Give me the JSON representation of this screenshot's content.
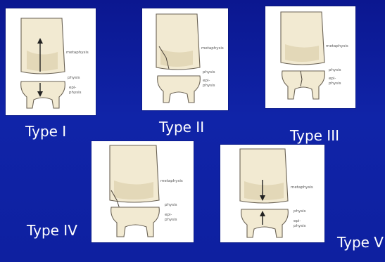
{
  "types": [
    {
      "caption": "Type I",
      "labels": {
        "top": "metaphysis",
        "mid": "physis",
        "bottom1": "epi-",
        "bottom2": "physis"
      }
    },
    {
      "caption": "Type II",
      "labels": {
        "top": "metaphysis",
        "mid": "physis",
        "bottom1": "epi-",
        "bottom2": "physis"
      }
    },
    {
      "caption": "Type III",
      "labels": {
        "top": "metaphysis",
        "mid": "physis",
        "bottom1": "epi-",
        "bottom2": "physis"
      }
    },
    {
      "caption": "Type IV",
      "labels": {
        "top": "metaphysis",
        "mid": "physis",
        "bottom1": "epi-",
        "bottom2": "physis"
      }
    },
    {
      "caption": "Type V",
      "labels": {
        "top": "metaphysis",
        "mid": "physis",
        "bottom1": "epi-",
        "bottom2": "physis"
      }
    }
  ],
  "colors": {
    "background": "#1024a8",
    "panel": "#ffffff",
    "bone": "#f2ead2",
    "caption": "#ffffff"
  }
}
